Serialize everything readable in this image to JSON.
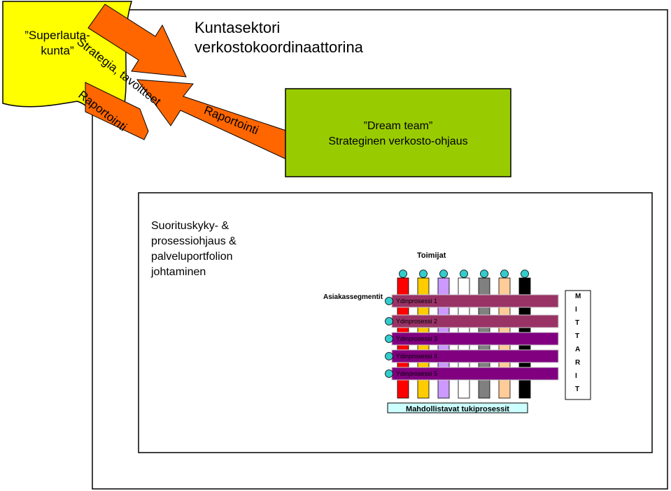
{
  "title": {
    "line1": "Kuntasektori",
    "line2": "verkostokoordinaattorina"
  },
  "superboard": {
    "line1": "”Superlauta-",
    "line2": "kunta”"
  },
  "arrows": {
    "strategy_label": "Strategia, tavoitteet",
    "report_label_top": "Raportointi",
    "report_label_mid": "Raportointi"
  },
  "dream_team": {
    "line1": "”Dream team”",
    "line2": "Strateginen verkosto-ohjaus"
  },
  "performance_box": {
    "lines": [
      "Suorituskyky- &",
      "prosessiohjaus &",
      "palveluportfolion",
      "johtaminen"
    ]
  },
  "process_matrix": {
    "actors_label": "Toimijat",
    "segments_label": "Asiakassegmentit",
    "processes": [
      "Ydinprosessi 1",
      "Ydinprosessi 2",
      "Ydinprosessi 3",
      "Ydinprosessi 4",
      "Ydinprosessi 5"
    ],
    "support_label": "Mahdollistavat tukiprosessit",
    "metrics_letters": [
      "M",
      "I",
      "T",
      "T",
      "A",
      "R",
      "I",
      "T"
    ]
  },
  "colors": {
    "superboard_fill": "#ffff00",
    "arrow_fill": "#ff6600",
    "dream_team_fill": "#99cc00",
    "process_fill": "#993366",
    "process_fill_dark": "#800080",
    "actor_dot": "#33cccc",
    "support_fill": "#ccffff",
    "actor_bar_colors": [
      "#ff0000",
      "#ffcc00",
      "#cc99ff",
      "#ffffff",
      "#808080",
      "#ffcc99",
      "#000000"
    ]
  }
}
